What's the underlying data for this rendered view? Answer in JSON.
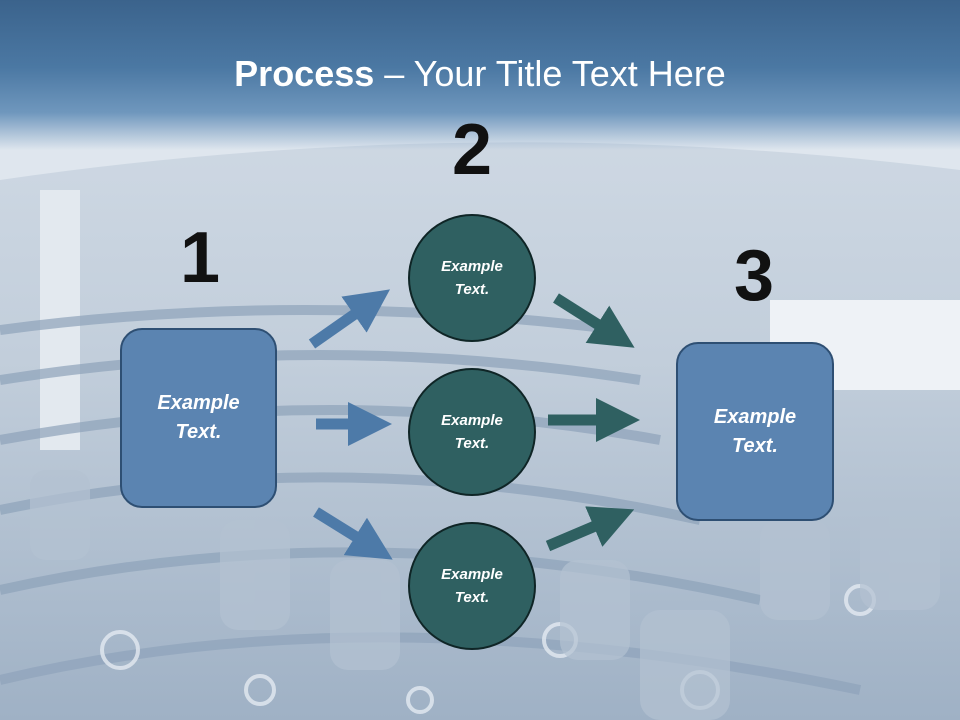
{
  "slide": {
    "title_bold": "Process",
    "title_rest": " – Your Title Text Here"
  },
  "steps": [
    {
      "number": "1"
    },
    {
      "number": "2"
    },
    {
      "number": "3"
    }
  ],
  "left_box": {
    "line1": "Example",
    "line2": "Text."
  },
  "right_box": {
    "line1": "Example",
    "line2": "Text."
  },
  "circles": [
    {
      "line1": "Example",
      "line2": "Text."
    },
    {
      "line1": "Example",
      "line2": "Text."
    },
    {
      "line1": "Example",
      "line2": "Text."
    }
  ],
  "colors": {
    "title_bar": "#4b78a3",
    "box_fill": "#5b84b1",
    "circle_fill": "#2f6061",
    "blue_arrow": "#4d7aa8",
    "teal_arrow": "#2f6061"
  },
  "background": {
    "icon": "auditorium-photo"
  }
}
